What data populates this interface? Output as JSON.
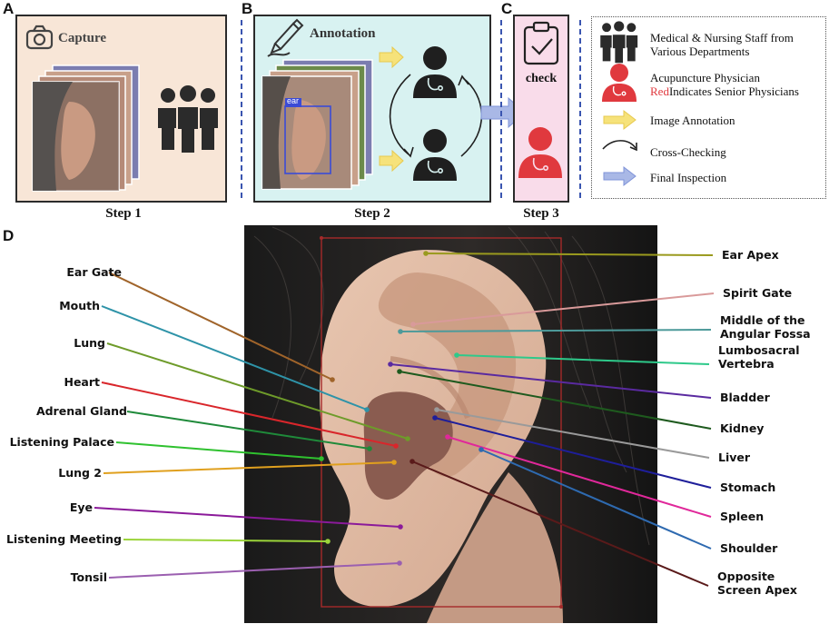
{
  "panels": {
    "a": {
      "letter": "A",
      "title": "Capture",
      "step": "Step 1",
      "bg": "#f8e6d7"
    },
    "b": {
      "letter": "B",
      "title": "Annotation",
      "step": "Step 2",
      "bg": "#d8f2f1",
      "bbox_tag": "ear"
    },
    "c": {
      "letter": "C",
      "title": "check",
      "step": "Step 3",
      "bg": "#f9dcea"
    },
    "d": {
      "letter": "D"
    }
  },
  "legend": {
    "items": [
      {
        "icon": "staff-group-icon",
        "text": "Medical & Nursing Staff from Various Departments"
      },
      {
        "icon": "physician-icon",
        "text_main": "Acupuncture Physician",
        "text_red": "Red",
        "text_rest": "Indicates Senior Physicians"
      },
      {
        "icon": "yellow-arrow-icon",
        "text": "Image Annotation"
      },
      {
        "icon": "curved-arrow-icon",
        "text": "Cross-Checking"
      },
      {
        "icon": "blue-arrow-icon",
        "text": "Final Inspection"
      }
    ]
  },
  "colors": {
    "accent_red": "#e0393e",
    "dark_icon": "#222222",
    "yellow_arrow": "#f6e27a",
    "blue_arrow": "#a9b8e6",
    "dash_blue": "#3a55b0",
    "bbox_red": "#a52a2a"
  },
  "ear_points": {
    "left": [
      {
        "label": "Ear Gate",
        "color": "#a0642a"
      },
      {
        "label": "Mouth",
        "color": "#2e93a8"
      },
      {
        "label": "Lung",
        "color": "#6e9b2a"
      },
      {
        "label": "Heart",
        "color": "#d9262b"
      },
      {
        "label": "Adrenal Gland",
        "color": "#1f8a3a"
      },
      {
        "label": "Listening Palace",
        "color": "#2fc12f"
      },
      {
        "label": "Lung 2",
        "color": "#e0a01e"
      },
      {
        "label": "Eye",
        "color": "#8b1a9a"
      },
      {
        "label": "Listening Meeting",
        "color": "#9bd43a"
      },
      {
        "label": "Tonsil",
        "color": "#9b5fb0"
      }
    ],
    "right": [
      {
        "label": "Ear Apex",
        "color": "#9a9a1e"
      },
      {
        "label": "Spirit Gate",
        "color": "#d99a9a"
      },
      {
        "label": "Middle of the Angular Fossa",
        "color": "#4d9a9a"
      },
      {
        "label": "Lumbosacral Vertebra",
        "color": "#2ec98a"
      },
      {
        "label": "Bladder",
        "color": "#5a2aa0"
      },
      {
        "label": "Kidney",
        "color": "#1e5a1e"
      },
      {
        "label": "Liver",
        "color": "#9a9a9a"
      },
      {
        "label": "Stomach",
        "color": "#1e1e9a"
      },
      {
        "label": "Spleen",
        "color": "#e0289a"
      },
      {
        "label": "Shoulder",
        "color": "#2e6ab0"
      },
      {
        "label": "Opposite Screen Apex",
        "color": "#5a1a1a"
      }
    ]
  }
}
